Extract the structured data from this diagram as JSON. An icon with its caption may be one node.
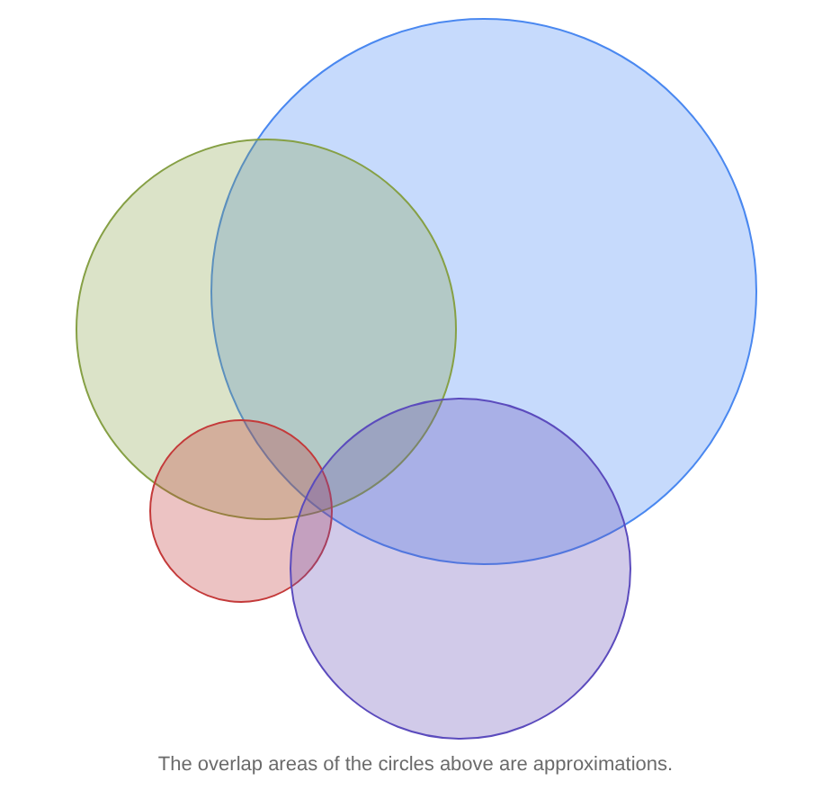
{
  "diagram": {
    "caption": "The overlap areas of the circles above are approximations.",
    "nodes": [
      {
        "text": [],
        "shape": "circle"
      },
      {
        "text": [],
        "shape": "circle"
      },
      {
        "text": [],
        "shape": "circle"
      },
      {
        "text": [],
        "shape": "circle"
      }
    ]
  }
}
